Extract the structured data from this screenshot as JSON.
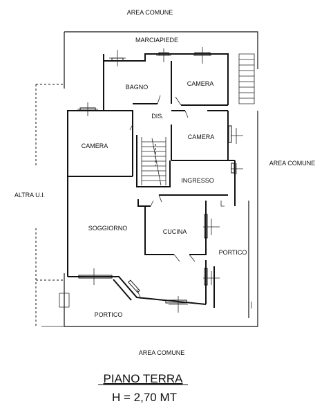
{
  "labels": {
    "area_comune_top": "AREA COMUNE",
    "marciapiede": "MARCIAPIEDE",
    "bagno": "BAGNO",
    "camera_top": "CAMERA",
    "dis": "DIS.",
    "camera_mid": "CAMERA",
    "camera_left": "CAMERA",
    "area_comune_right": "AREA COMUNE",
    "ingresso": "INGRESSO",
    "altra_ui": "ALTRA U.I.",
    "soggiorno": "SOGGIORNO",
    "cucina": "CUCINA",
    "portico_right": "PORTICO",
    "portico_bottom": "PORTICO",
    "area_comune_bottom": "AREA COMUNE"
  },
  "title": {
    "line1": "PIANO TERRA",
    "line2": "H = 2,70 MT"
  }
}
